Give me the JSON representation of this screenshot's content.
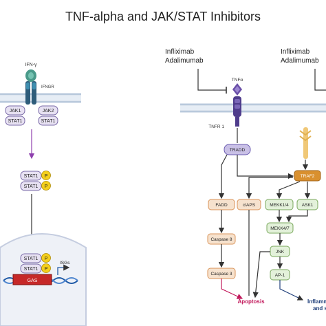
{
  "title": "TNF-alpha and JAK/STAT Inhibitors",
  "jak_stat": {
    "ligand": "IFN-γ",
    "receptor": "IFNGR",
    "jak1": "JAK1",
    "jak2": "JAK2",
    "stat1_left": "STAT1",
    "stat1_right": "STAT1",
    "dimer_top": "STAT1",
    "dimer_bottom": "STAT1",
    "phospho": "P",
    "nuclear_top": "STAT1",
    "nuclear_bottom": "STAT1",
    "promoter": "GAS",
    "isgs": "ISGs"
  },
  "tnf": {
    "drug_left_1": "Infliximab",
    "drug_left_2": "Adalimumab",
    "drug_right_1": "Infliximab",
    "drug_right_2": "Adalimumab",
    "ligand": "TNFα",
    "receptor": "TNFR 1",
    "tradd": "TRADD",
    "traf2": "TRAF2",
    "fadd": "FADD",
    "ciaps": "cIAPS",
    "mekk14": "MEKK1/4",
    "ask1": "ASK1",
    "mekk47": "MEKK4/7",
    "caspase8": "Caspase 8",
    "jnk": "JNK",
    "caspase3": "Caspase 3",
    "ap1": "AP-1",
    "apoptosis": "Apoptosis",
    "inflam_1": "Inflammation",
    "inflam_2": "and s"
  },
  "colors": {
    "membrane": "#b9c9dc",
    "jak_fill": "#e7e1f2",
    "jak_stroke": "#7a6aa8",
    "phospho": "#f4cf1d",
    "arrow_purple": "#8e3fae",
    "tnf_box_fill": "#f6e2ce",
    "tnf_box_stroke": "#d99358",
    "traf2_fill": "#d9902f",
    "green_fill": "#e3f1da",
    "green_stroke": "#79a85c",
    "purple_box": "#c9c0e6",
    "apoptosis": "#c2185b",
    "dna": "#1f5aa6",
    "gas": "#c62828"
  }
}
